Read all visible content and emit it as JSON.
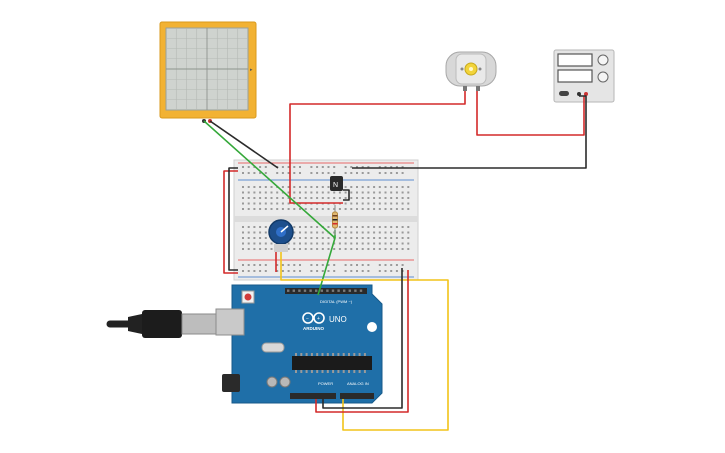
{
  "circuit": {
    "oscilloscope": {
      "name": "oscilloscope",
      "color": "#f2b233",
      "screen_color": "#cfd3cf"
    },
    "dc_motor": {
      "name": "dc-motor",
      "shaft_color": "#f2d43a"
    },
    "power_supply": {
      "name": "power-supply"
    },
    "breadboard": {
      "name": "breadboard",
      "rail_red": "#e63b3b",
      "rail_blue": "#2f6fc9"
    },
    "transistor": {
      "name": "transistor",
      "label": "N"
    },
    "resistor": {
      "name": "resistor"
    },
    "potentiometer": {
      "name": "potentiometer",
      "color": "#1d4f8c"
    },
    "arduino": {
      "name": "arduino-uno",
      "board_color": "#1f6fa8",
      "brand": "ARDUINO",
      "model": "UNO",
      "digital_label": "DIGITAL (PWM ~)",
      "power_label": "POWER",
      "analog_label": "ANALOG IN"
    },
    "usb_cable": {
      "name": "usb-cable"
    },
    "wire_colors": {
      "red": "#d42a2a",
      "black": "#2b2b2b",
      "green": "#35a83a",
      "yellow": "#f2c318"
    }
  }
}
